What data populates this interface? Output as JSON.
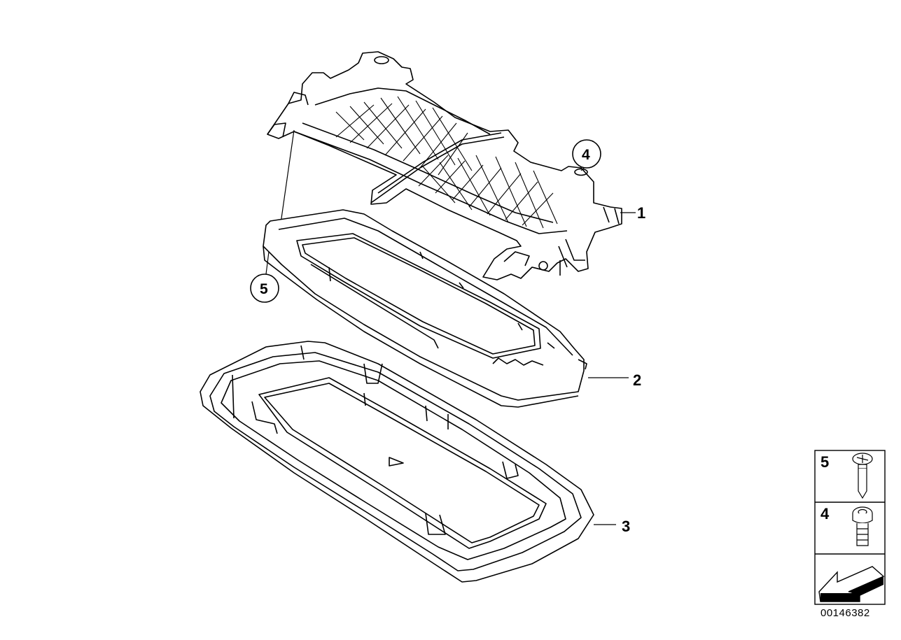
{
  "diagram": {
    "callouts": [
      {
        "id": "1",
        "text": "1"
      },
      {
        "id": "2",
        "text": "2"
      },
      {
        "id": "3",
        "text": "3"
      }
    ],
    "circled": [
      {
        "id": "4",
        "text": "4"
      },
      {
        "id": "5",
        "text": "5"
      }
    ],
    "legend": [
      {
        "id": "5",
        "text": "5",
        "icon": "screw-with-flange-icon"
      },
      {
        "id": "4",
        "text": "4",
        "icon": "torx-bolt-icon"
      },
      {
        "id": "nav",
        "text": "",
        "icon": "arrow-icon"
      }
    ],
    "diagram_number": "00146382",
    "line_color": "#000000",
    "background": "#ffffff"
  }
}
